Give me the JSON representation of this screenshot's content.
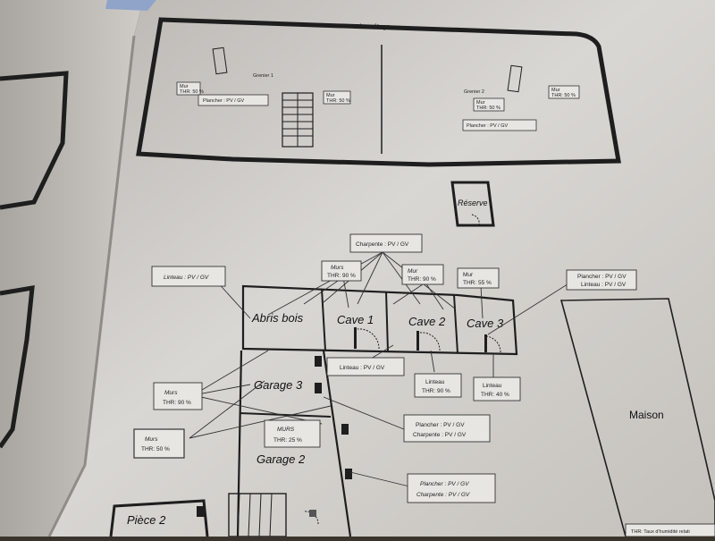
{
  "floor_title": "2ème étage",
  "rooms": {
    "grenier1": "Grenier 1",
    "grenier2": "Grenier 2",
    "reserve": "Réserve",
    "abris_bois": "Abris bois",
    "cave1": "Cave 1",
    "cave2": "Cave 2",
    "cave3": "Cave 3",
    "garage3": "Garage 3",
    "garage2": "Garage 2",
    "maison": "Maison",
    "piece2": "Pièce 2"
  },
  "upper_notes": {
    "g1_mur": [
      "Mur",
      "THR: 50 %"
    ],
    "g1_plancher": "Plancher : PV / GV",
    "g1_mur_right": [
      "Mur",
      "THR: 50 %"
    ],
    "g2_mur": [
      "Mur",
      "THR: 50 %"
    ],
    "g2_mur_right": [
      "Mur",
      "THR: 50 %"
    ],
    "g2_plancher": "Plancher : PV / GV"
  },
  "labels": {
    "charpente": "Charpente : PV / GV",
    "linteau_left": "Linteau : PV / GV",
    "murs_top": [
      "Murs",
      "THR: 90 %"
    ],
    "mur_top": [
      "Mur",
      "THR: 90 %"
    ],
    "mur_55": [
      "Mur",
      "THR: 55 %"
    ],
    "plancher_linteau": [
      "Plancher : PV / GV",
      "Linteau : PV / GV"
    ],
    "linteau_mid": "Linteau : PV / GV",
    "linteau_90": [
      "Linteau",
      "THR: 90 %"
    ],
    "linteau_40": [
      "Linteau",
      "THR: 40 %"
    ],
    "murs_90": [
      "Murs",
      "THR: 90 %"
    ],
    "murs_50": [
      "Murs",
      "THR: 50 %"
    ],
    "murs_25": [
      "MURS",
      "THR: 25 %"
    ],
    "plancher_charpente_1": [
      "Plancher : PV / GV",
      "Charpente : PV / GV"
    ],
    "plancher_charpente_2": [
      "Plancher : PV / GV",
      "Charpente : PV / GV"
    ]
  },
  "footnote": "THR: Taux d'humidité relati"
}
